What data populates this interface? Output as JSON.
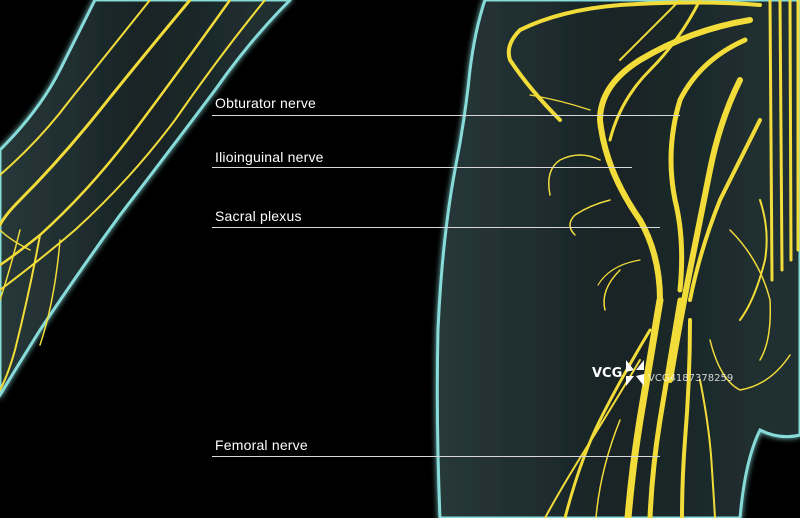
{
  "labels": {
    "obturator": "Obturator nerve",
    "ilioinguinal": "Ilioinguinal nerve",
    "sacral": "Sacral plexus",
    "femoral": "Femoral nerve"
  },
  "watermark": {
    "brand": "VCG",
    "id": "VCG41873782​59"
  },
  "colors": {
    "background": "#000000",
    "body_outline": "#8fe8e6",
    "body_fill": "#1c2a2c",
    "nerve": "#f2dc3a"
  }
}
